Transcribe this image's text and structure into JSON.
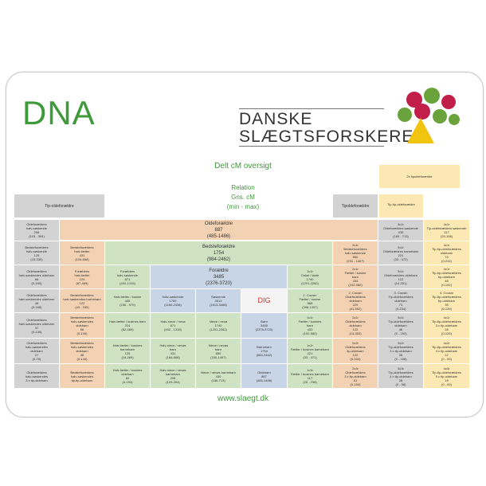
{
  "header": {
    "dna": "DNA",
    "brand_line1": "DANSKE",
    "brand_line2": "SLÆGTSFORSKERE",
    "title": "Delt cM oversigt",
    "legend": [
      "Relation",
      "Gns. cM",
      "(min - max)"
    ],
    "url": "www.slaegt.dk"
  },
  "colors": {
    "gray": "#d3d3d3",
    "orange": "#f3d2b3",
    "green": "#cfe3c2",
    "blue": "#c7d5e6",
    "yellow": "#fbe8b2",
    "white": "#f4f4f4",
    "accent_green": "#3f9a3a",
    "accent_red": "#d0312d"
  },
  "cells": [
    {
      "id": "c-2x-tip",
      "text": "2x tipoldeforældre",
      "color": "yellow"
    },
    {
      "id": "c-tip-oldef",
      "text": "Tip-oldeforældre",
      "color": "gray"
    },
    {
      "id": "c-tipoldef",
      "text": "Tipoldeforældre",
      "color": "gray"
    },
    {
      "id": "c-tip-top",
      "text": "Tip-tip-oldeforældre\n\n",
      "color": "yellow"
    },
    {
      "id": "c-oldef",
      "text": "Oldeforældre\n887\n(485-1486)",
      "color": "orange"
    },
    {
      "id": "c-r1c1",
      "text": "Oldeforældres\nhalv-søskende\n208\n(103 - 394)",
      "color": "gray"
    },
    {
      "id": "c-r1c7",
      "text": "3c1r\nOldeforældres søskende\n430\n(180 - 713)",
      "color": "gray"
    },
    {
      "id": "c-r1c8",
      "text": "4c1r\nTip-oldeforældres søskende\n117\n(25-198)",
      "color": "yellow"
    },
    {
      "id": "c-bedstef",
      "text": "Bedsteforældre\n1754\n(984-2462)",
      "color": "green"
    },
    {
      "id": "c-r2c1",
      "text": "Bedsteforældres\nhalv-søskende\n125\n(15-330)",
      "color": "gray"
    },
    {
      "id": "c-r2c2",
      "text": "Bedsteforældres\nhalv-fætter\n431\n(104-668)",
      "color": "orange"
    },
    {
      "id": "c-r2c6",
      "text": "2c1r\nBedsteforældres\nhalv-søskende\n850\n(231 - 1467)",
      "color": "orange"
    },
    {
      "id": "c-r2c7",
      "text": "3c1r\nOldeforældres barnebarn\n221\n(33 - 472)",
      "color": "gray"
    },
    {
      "id": "c-r2c8",
      "text": "4c1r\nTip-tip-oldeforældres\noldebarn\n73\n(0-244)",
      "color": "yellow"
    },
    {
      "id": "c-foraeldre",
      "text": "Forældre\n3485\n(2376-3720)",
      "color": "blue"
    },
    {
      "id": "c-r3c1",
      "text": "Oldeforældres\nhalv-søskendes oldebarn\n66\n(0-190)",
      "color": "gray"
    },
    {
      "id": "c-r3c2",
      "text": "Forældres\nhalv-fætter\n224\n(67-469)",
      "color": "orange"
    },
    {
      "id": "c-r3c3",
      "text": "Forældres\nhalv-søskende\n871\n(492-1315)",
      "color": "green"
    },
    {
      "id": "c-r3c5",
      "text": "1c1r\nOnkel / tante\n1740\n(1201-2282)",
      "color": "green"
    },
    {
      "id": "c-r3c6",
      "text": "2c1r\nFætter / kusine\nbarn\n433\n(102-980)",
      "color": "orange"
    },
    {
      "id": "c-r3c7",
      "text": "3c1r\nOldeforældres oldebarn\n122\n(14-301)",
      "color": "gray"
    },
    {
      "id": "c-r3c8",
      "text": "4c1r\nTip-tip-oldeforældres\ntip-oldebarn\n48\n(0-192)",
      "color": "yellow"
    },
    {
      "id": "c-r4c1",
      "text": "Oldeforældres\nhalv-søskendes oldebarn\n48\n(0-168)",
      "color": "gray"
    },
    {
      "id": "c-r4c2",
      "text": "Bedsteforældres\nhalv-søskendes barnebarn\n122\n(43 - 335)",
      "color": "orange"
    },
    {
      "id": "c-r4c3",
      "text": "Halv-fætter / kusine\n445\n(156 - 979)",
      "color": "green"
    },
    {
      "id": "c-r4c4a",
      "text": "Halv-søskende\n1759\n(1160-2436)",
      "color": "blue"
    },
    {
      "id": "c-r4c4b",
      "text": "Søskende\n2613\n(1613-3488)",
      "color": "blue"
    },
    {
      "id": "c-dig",
      "text": "DIG",
      "color": "white"
    },
    {
      "id": "c-r4c5",
      "text": "1. Cousin\nFætter / kusine\n866\n(396-1397)",
      "color": "green"
    },
    {
      "id": "c-r4c6",
      "text": "2. Cousin\nOldeforældres\noldebarn\n229\n(41-592)",
      "color": "orange"
    },
    {
      "id": "c-r4c7",
      "text": "3. Cousin\nTip-oldeforældres\noldebarn\n73\n(0-234)",
      "color": "gray"
    },
    {
      "id": "c-r4c8",
      "text": "4. Cousin\nTip-tip-oldeforældres\ntip-oldebarn\n35\n(0-139)",
      "color": "yellow"
    },
    {
      "id": "c-r5c1",
      "text": "Oldeforældres\nhalv-søskendes oldebarn\n37\n(0-139)",
      "color": "gray"
    },
    {
      "id": "c-r5c2",
      "text": "Bedsteforældres\nhalv-søskendes\noldebarn\n66\n(0-190)",
      "color": "orange"
    },
    {
      "id": "c-r5c3",
      "text": "Halv-fætter / kusines barn\n224\n(62-469)",
      "color": "green"
    },
    {
      "id": "c-r5c4a",
      "text": "Halv-niece / nevø\n871\n(492 - 1315)",
      "color": "green"
    },
    {
      "id": "c-r5c4b",
      "text": "Niece / nevø\n1740\n(1201-2282)",
      "color": "green"
    },
    {
      "id": "c-r5c4c",
      "text": "Børn\n3485\n(2376-3720)",
      "color": "blue"
    },
    {
      "id": "c-r5c5",
      "text": "1c1r\nFætter / kusines\nbarn\n433\n(102-980)",
      "color": "green"
    },
    {
      "id": "c-r5c6",
      "text": "2c1r\nOldeforældres\noldebarn\n122\n(14-353)",
      "color": "orange"
    },
    {
      "id": "c-r5c7",
      "text": "3c1r\nTip-oldeforældres\noldebarn\n48\n(0 - 192)",
      "color": "gray"
    },
    {
      "id": "c-r5c8",
      "text": "4c1r\nTip-tip-oldeforældres\n3 x tip-oldebarn\n28\n(0-126)",
      "color": "yellow"
    },
    {
      "id": "c-r6c1",
      "text": "Oldeforældres\nhalv-søskendes\noldebarn\n27\n(0-78)",
      "color": "gray"
    },
    {
      "id": "c-r6c2",
      "text": "Bedsteforældres\nhalv-søskendes\noldebarn\n48\n(0-144)",
      "color": "orange"
    },
    {
      "id": "c-r6c3",
      "text": "Halv-fætter / kusines\nbarnebarn\n125\n(16-269)",
      "color": "green"
    },
    {
      "id": "c-r6c4a",
      "text": "Halv-niece / nevøs\nbarn\n431\n(184-668)",
      "color": "green"
    },
    {
      "id": "c-r6c4b",
      "text": "Niece / nevøs\nbarn\n850\n(330-1467)",
      "color": "green"
    },
    {
      "id": "c-r6c4c",
      "text": "Barnebarn\n1754\n(984-2462)",
      "color": "blue"
    },
    {
      "id": "c-r6c5",
      "text": "1c2r\nFætter / kusines barnebarn\n221\n(33 - 471)",
      "color": "green"
    },
    {
      "id": "c-r6c6",
      "text": "2c2r\nOldeforældres\ntip-oldebarn\n122\n(0-334)",
      "color": "orange"
    },
    {
      "id": "c-r6c7",
      "text": "3c2r\nTip-oldeforældres\n3 x tip-oldebarn\n36\n(0 - 198)",
      "color": "gray"
    },
    {
      "id": "c-r6c8",
      "text": "4c2r\nTip-tip-oldeforældres\n4 x tip-oldebarn\n22\n(0 - 93)",
      "color": "yellow"
    },
    {
      "id": "c-r7c1",
      "text": "Oldeforældres\nhalv-søskendes\n3 x tip-oldebarn",
      "color": "gray"
    },
    {
      "id": "c-r7c2",
      "text": "Bedsteforældres\nhalv-søskendes\ntip-tip-oldebarn",
      "color": "orange"
    },
    {
      "id": "c-r7c3",
      "text": "Halv-fætter / kusines\noldebarn\n60\n(0-193)",
      "color": "green"
    },
    {
      "id": "c-r7c4a",
      "text": "Halv-niece / nevøs\nbarnebarn\n208\n(103-394)",
      "color": "green"
    },
    {
      "id": "c-r7c4b",
      "text": "Niece / nevøs barnebarn\n430\n(186-713)",
      "color": "green"
    },
    {
      "id": "c-r7c4c",
      "text": "Oldebarn\n887\n(485-1486)",
      "color": "blue"
    },
    {
      "id": "c-r7c5",
      "text": "1c3r\nFætter / kusines barnebarn\n117\n(25 - 238)",
      "color": "green"
    },
    {
      "id": "c-r7c6",
      "text": "2c3r\nOldeforældres\n3 x tip-oldebarn\n51\n(0-154)",
      "color": "orange"
    },
    {
      "id": "c-r7c7",
      "text": "3c3r\nTip-oldeforældres\n4 x tip-oldebarn\n28\n(0 - 98)",
      "color": "gray"
    },
    {
      "id": "c-r7c8",
      "text": "4c3r\nTip-tip-oldeforældres\n5 x tip-oldebarn\n19\n(0 - 00)",
      "color": "yellow"
    }
  ]
}
